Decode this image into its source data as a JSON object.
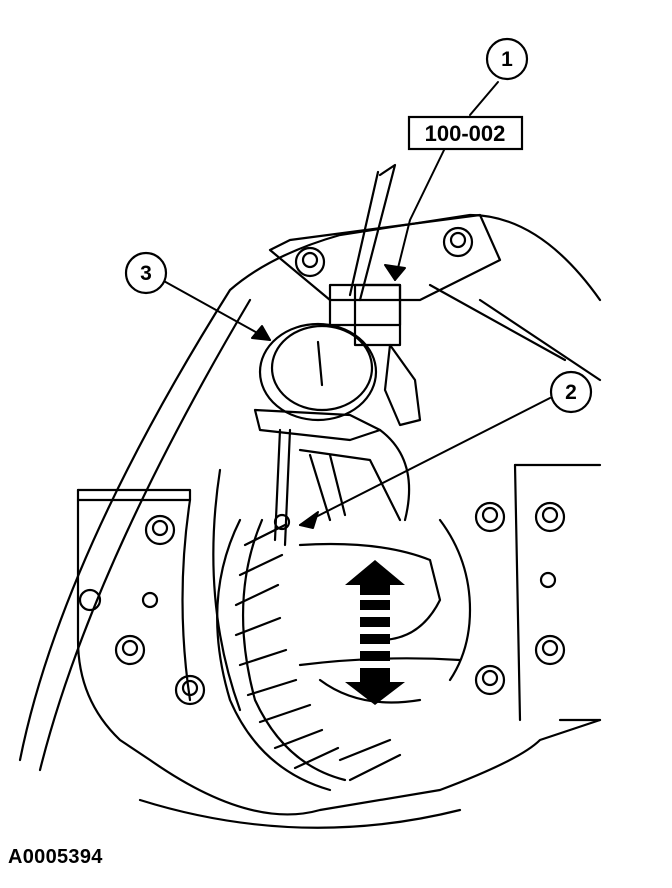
{
  "callouts": [
    {
      "number": "1"
    },
    {
      "number": "2"
    },
    {
      "number": "3"
    }
  ],
  "tool_number": "100-002",
  "figure_id": "A0005394",
  "colors": {
    "line": "#000000",
    "background": "#ffffff"
  },
  "icons": [
    "dial-indicator-icon",
    "ring-gear-icon",
    "double-arrow-icon",
    "bolt-icon"
  ]
}
